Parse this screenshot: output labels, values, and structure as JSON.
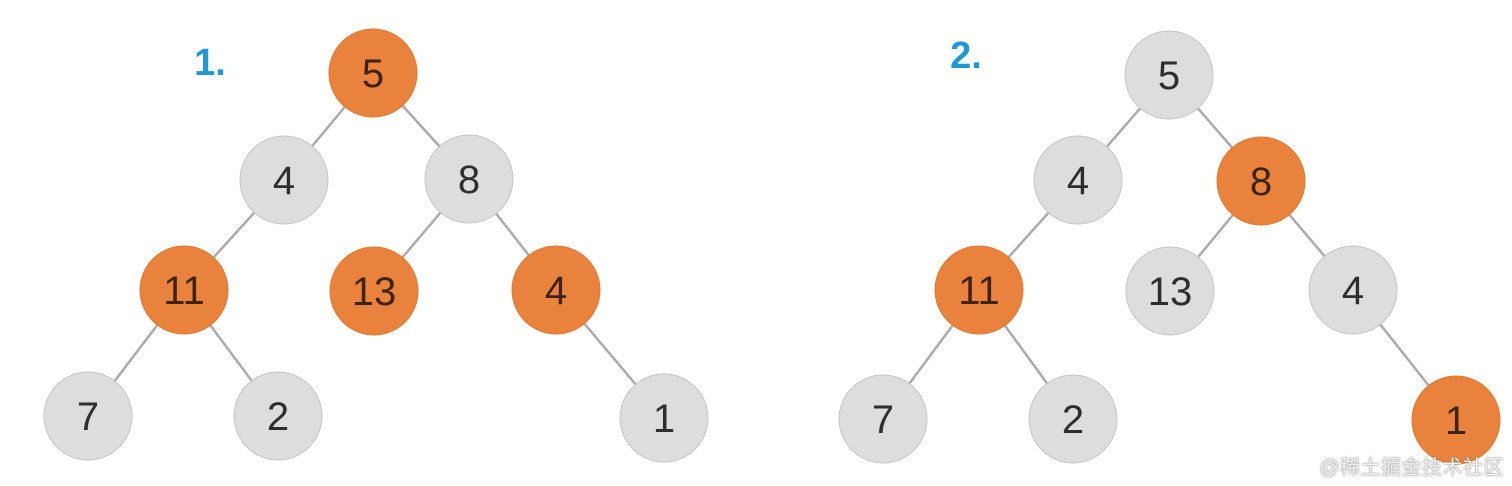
{
  "page": {
    "background": "#FFFFFF"
  },
  "colors": {
    "highlight_fill": "#E8823C",
    "default_fill": "#DDDDDD",
    "default_stroke": "#C6C6C6",
    "highlight_stroke": "#E07A33",
    "edge": "#ABABAB",
    "tree_label": "#1E99D6",
    "node_text_default": "#2E2E2E",
    "node_text_highlight": "#3D2412",
    "watermark_text": "#FFFFFF"
  },
  "watermark": {
    "text": "@稀土掘金技术社区"
  },
  "trees": [
    {
      "label": "1.",
      "nodes": [
        {
          "value": "5",
          "highlighted": true,
          "fill": "#E8823C",
          "stroke": "#E07A33",
          "text_color": "#3D2412"
        },
        {
          "value": "4",
          "highlighted": false,
          "fill": "#DDDDDD",
          "stroke": "#C6C6C6",
          "text_color": "#2E2E2E"
        },
        {
          "value": "8",
          "highlighted": false,
          "fill": "#DDDDDD",
          "stroke": "#C6C6C6",
          "text_color": "#2E2E2E"
        },
        {
          "value": "11",
          "highlighted": true,
          "fill": "#E8823C",
          "stroke": "#E07A33",
          "text_color": "#3D2412"
        },
        {
          "value": "13",
          "highlighted": true,
          "fill": "#E8823C",
          "stroke": "#E07A33",
          "text_color": "#3D2412"
        },
        {
          "value": "4",
          "highlighted": true,
          "fill": "#E8823C",
          "stroke": "#E07A33",
          "text_color": "#3D2412"
        },
        {
          "value": "7",
          "highlighted": false,
          "fill": "#DDDDDD",
          "stroke": "#C6C6C6",
          "text_color": "#2E2E2E"
        },
        {
          "value": "2",
          "highlighted": false,
          "fill": "#DDDDDD",
          "stroke": "#C6C6C6",
          "text_color": "#2E2E2E"
        },
        {
          "value": "1",
          "highlighted": false,
          "fill": "#DDDDDD",
          "stroke": "#C6C6C6",
          "text_color": "#2E2E2E"
        }
      ],
      "edges": [
        "5→4",
        "5→8",
        "4→11",
        "8→13",
        "8→4",
        "11→7",
        "11→2",
        "4→1"
      ]
    },
    {
      "label": "2.",
      "nodes": [
        {
          "value": "5",
          "highlighted": false,
          "fill": "#DDDDDD",
          "stroke": "#C6C6C6",
          "text_color": "#2E2E2E"
        },
        {
          "value": "4",
          "highlighted": false,
          "fill": "#DDDDDD",
          "stroke": "#C6C6C6",
          "text_color": "#2E2E2E"
        },
        {
          "value": "8",
          "highlighted": true,
          "fill": "#E8823C",
          "stroke": "#E07A33",
          "text_color": "#3D2412"
        },
        {
          "value": "11",
          "highlighted": true,
          "fill": "#E8823C",
          "stroke": "#E07A33",
          "text_color": "#3D2412"
        },
        {
          "value": "13",
          "highlighted": false,
          "fill": "#DDDDDD",
          "stroke": "#C6C6C6",
          "text_color": "#2E2E2E"
        },
        {
          "value": "4",
          "highlighted": false,
          "fill": "#DDDDDD",
          "stroke": "#C6C6C6",
          "text_color": "#2E2E2E"
        },
        {
          "value": "7",
          "highlighted": false,
          "fill": "#DDDDDD",
          "stroke": "#C6C6C6",
          "text_color": "#2E2E2E"
        },
        {
          "value": "2",
          "highlighted": false,
          "fill": "#DDDDDD",
          "stroke": "#C6C6C6",
          "text_color": "#2E2E2E"
        },
        {
          "value": "1",
          "highlighted": true,
          "fill": "#E8823C",
          "stroke": "#E07A33",
          "text_color": "#3D2412"
        }
      ],
      "edges": [
        "5→4",
        "5→8",
        "4→11",
        "8→13",
        "8→4",
        "11→7",
        "11→2",
        "4→1"
      ]
    }
  ]
}
